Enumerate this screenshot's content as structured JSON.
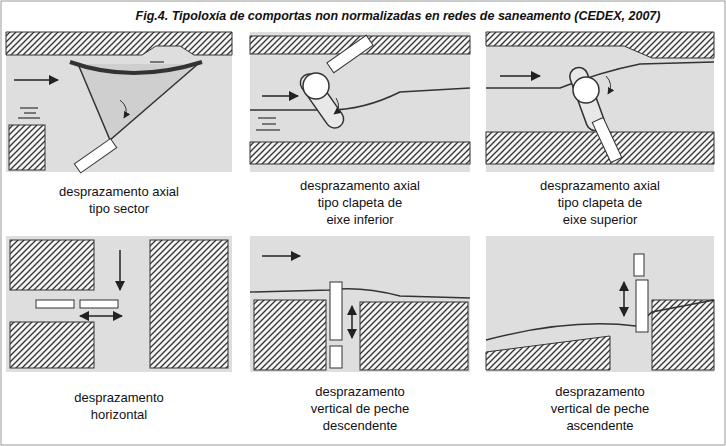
{
  "diagram": {
    "title": "Fig.4. Tipoloxía de comportas non normalizadas en redes de saneamento (CEDEX, 2007)",
    "labels": [
      "desprazamento axial",
      "tipo sector",
      "desprazamento axial",
      "tipo clapeta de",
      "eixe inferior",
      "desprazamento axial",
      "tipo clapeta de",
      "eixe superior",
      "desprazamento",
      "horizontal",
      "desprazamento",
      "vertical de peche",
      "descendente",
      "desprazamento",
      "vertical de peche",
      "ascendente"
    ]
  }
}
